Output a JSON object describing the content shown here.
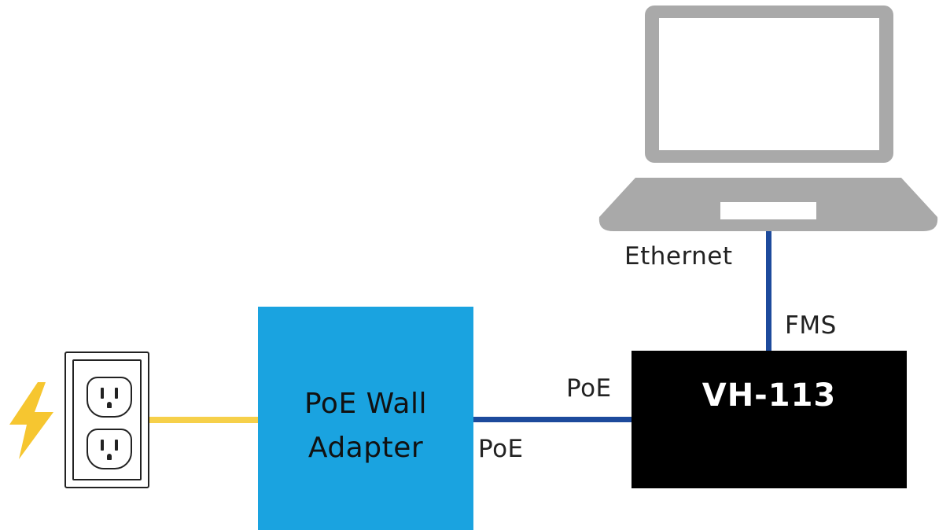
{
  "diagram": {
    "adapter": {
      "line1": "PoE Wall",
      "line2": "Adapter"
    },
    "device": {
      "name": "VH-113"
    },
    "labels": {
      "poe_upper": "PoE",
      "poe_lower": "PoE",
      "ethernet": "Ethernet",
      "fms": "FMS"
    },
    "icons": {
      "power": "lightning-bolt-icon",
      "outlet": "wall-outlet-icon",
      "computer": "laptop-icon"
    },
    "colors": {
      "power_wire": "#f6d04a",
      "ethernet_wire": "#1d4a9c",
      "adapter": "#1aa3e0",
      "device": "#000000",
      "laptop": "#a9a9a9",
      "bolt": "#f6c630"
    }
  }
}
